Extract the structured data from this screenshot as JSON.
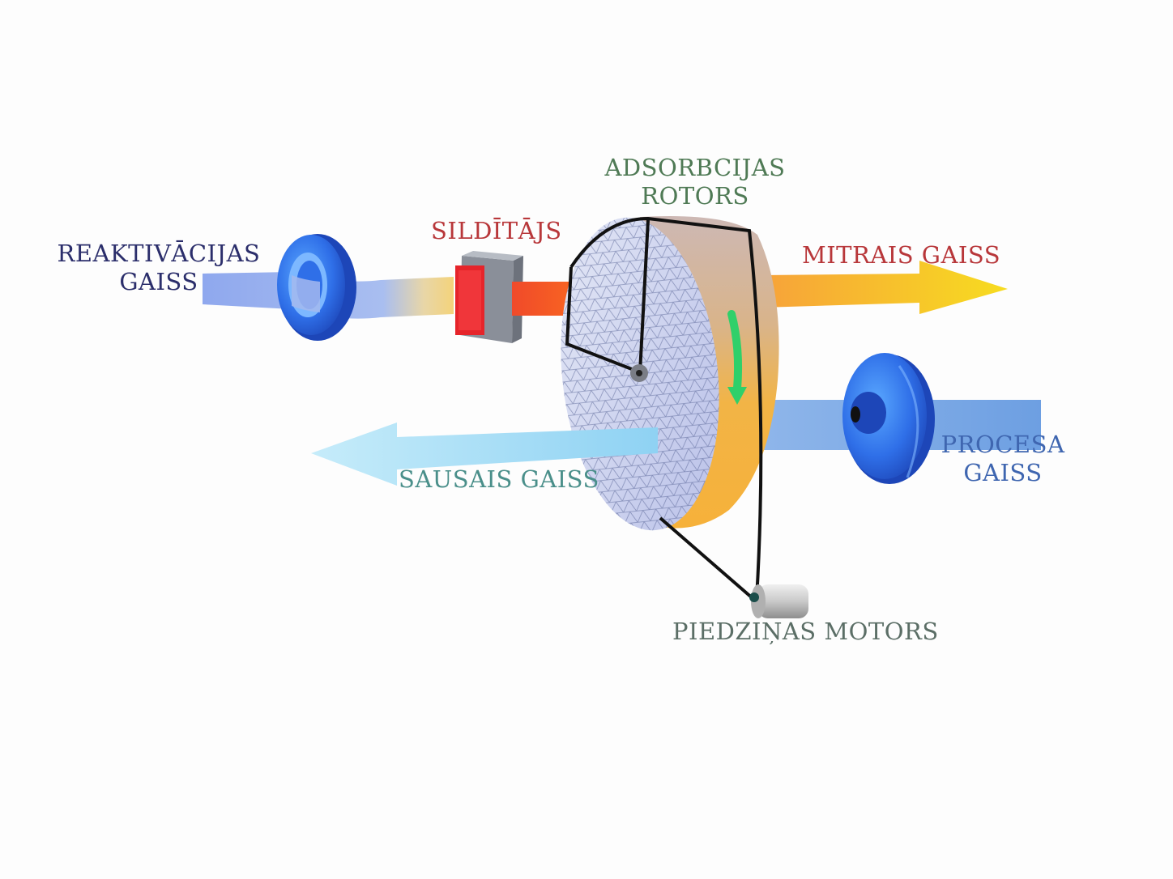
{
  "labels": {
    "reactivation_air": {
      "line1": "REAKTIVĀCIJAS",
      "line2": "GAISS"
    },
    "heater": "SILDĪTĀJS",
    "rotor": {
      "line1": "ADSORBCIJAS",
      "line2": "ROTORS"
    },
    "wet_air": "MITRAIS GAISS",
    "dry_air": "SAUSAIS GAISS",
    "process_air": {
      "line1": "PROCESA",
      "line2": "GAISS"
    },
    "drive_motor": "PIEDZIŅAS MOTORS"
  },
  "colors": {
    "reactivation_label": "#2b2e6b",
    "heater_label": "#b8373a",
    "rotor_label": "#4f7a55",
    "wet_air_label": "#b8373a",
    "dry_air_label": "#4a8f8a",
    "process_label": "#3f66b0",
    "motor_label": "#5b6e66"
  }
}
